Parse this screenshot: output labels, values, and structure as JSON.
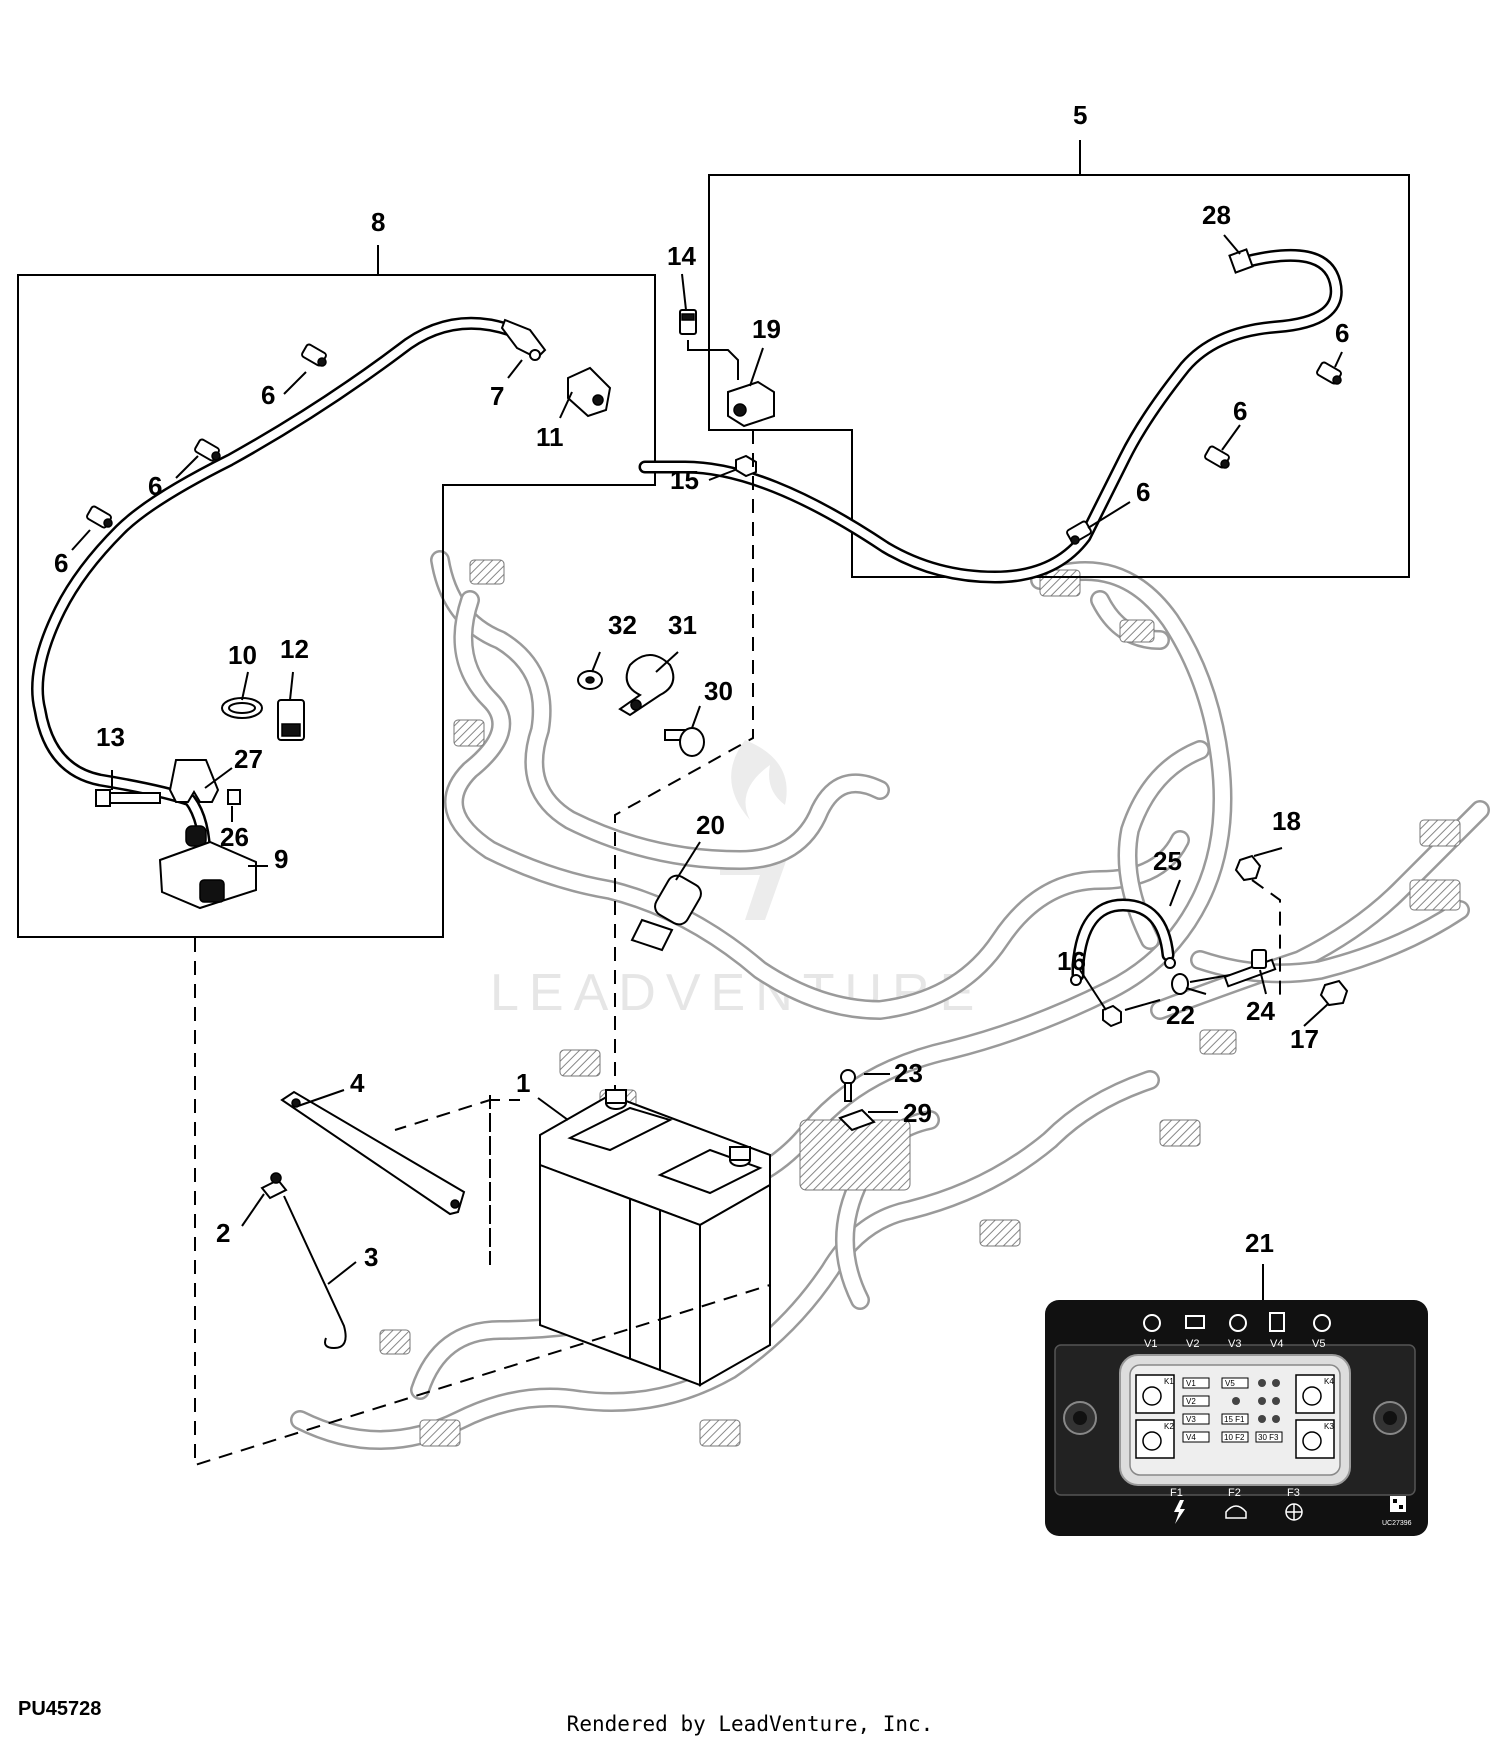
{
  "document_id": "PU45728",
  "render_credit": "Rendered by LeadVenture, Inc.",
  "watermark": "LEADVENTURE",
  "callouts": {
    "c1": "1",
    "c2": "2",
    "c3": "3",
    "c4": "4",
    "c5": "5",
    "c6a": "6",
    "c6b": "6",
    "c6c": "6",
    "c6d": "6",
    "c6e": "6",
    "c6f": "6",
    "c7": "7",
    "c8": "8",
    "c9": "9",
    "c10": "10",
    "c11": "11",
    "c12": "12",
    "c13": "13",
    "c14": "14",
    "c15": "15",
    "c16": "16",
    "c17": "17",
    "c18": "18",
    "c19": "19",
    "c20": "20",
    "c21": "21",
    "c22": "22",
    "c23": "23",
    "c24": "24",
    "c25": "25",
    "c26": "26",
    "c27": "27",
    "c28": "28",
    "c29": "29",
    "c30": "30",
    "c31": "31",
    "c32": "32"
  },
  "decal": {
    "top_labels": [
      "V1",
      "V2",
      "V3",
      "V4",
      "V5"
    ],
    "relay_labels": [
      "K1",
      "K2",
      "K3",
      "K4"
    ],
    "fuse_slots": [
      "V1",
      "V2",
      "V3",
      "V4",
      "V5"
    ],
    "fuse_ratings": [
      "15 F1",
      "10 F2",
      "30 F3"
    ],
    "bottom_labels": [
      "F1",
      "F2",
      "F3"
    ],
    "code": "UC27396"
  }
}
